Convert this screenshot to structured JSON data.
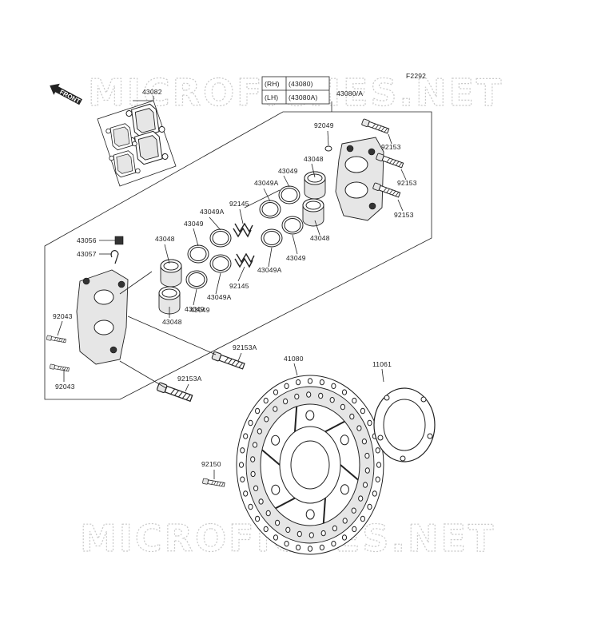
{
  "figure_code": "F2292",
  "watermark": "MICROFICHES.NET",
  "front_label": "FRONT",
  "caliper_table": [
    {
      "side": "(RH)",
      "part": "(43080)"
    },
    {
      "side": "(LH)",
      "part": "(43080A)"
    }
  ],
  "labels": {
    "l43082": "43082",
    "l43080a": "43080/A",
    "l92049": "92049",
    "l92153a": "92153",
    "l92153b": "92153",
    "l92153c": "92153",
    "l43048a": "43048",
    "l43049a": "43049",
    "l43049Aa": "43049A",
    "l43048b": "43048",
    "l92145a": "92145",
    "l43049b": "43049",
    "l43049Ab": "43049A",
    "l43049c": "43049",
    "l43049Ac": "43049A",
    "l43056": "43056",
    "l43057": "43057",
    "l43048c": "43048",
    "l43049d": "43049",
    "l43049Ad": "43049A",
    "l92145b": "92145",
    "l43049e": "43049",
    "l43048d": "43048",
    "l92043a": "92043",
    "l92043b": "92043",
    "l92153A1": "92153A",
    "l92153A2": "92153A",
    "l41080": "41080",
    "l11061": "11061",
    "l92150": "92150"
  }
}
